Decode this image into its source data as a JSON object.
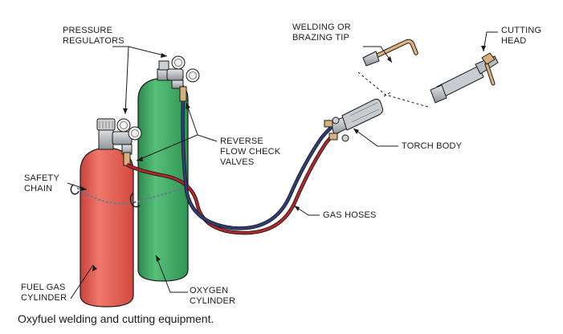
{
  "labels": {
    "pressure_regulators": [
      "PRESSURE",
      "REGULATORS"
    ],
    "welding_tip": [
      "WELDING OR",
      "BRAZING TIP"
    ],
    "cutting_head": [
      "CUTTING",
      "HEAD"
    ],
    "reverse_valves": [
      "REVERSE",
      "FLOW CHECK",
      "VALVES"
    ],
    "torch_body": [
      "TORCH BODY"
    ],
    "safety_chain": [
      "SAFETY",
      "CHAIN"
    ],
    "gas_hoses": [
      "GAS HOSES"
    ],
    "fuel_gas_cylinder": [
      "FUEL GAS",
      "CYLINDER"
    ],
    "oxygen_cylinder": [
      "OXYGEN",
      "CYLINDER"
    ]
  },
  "caption": "Oxyfuel welding and cutting equipment.",
  "colors": {
    "fuel_cylinder": "#e9594b",
    "oxygen_cylinder": "#3aa25d",
    "oxygen_hose": "#2f3d7a",
    "fuel_hose": "#b3262b",
    "brass": "#d9b07a",
    "metal": "#b8bcc0",
    "outline": "#1a1a1a"
  }
}
